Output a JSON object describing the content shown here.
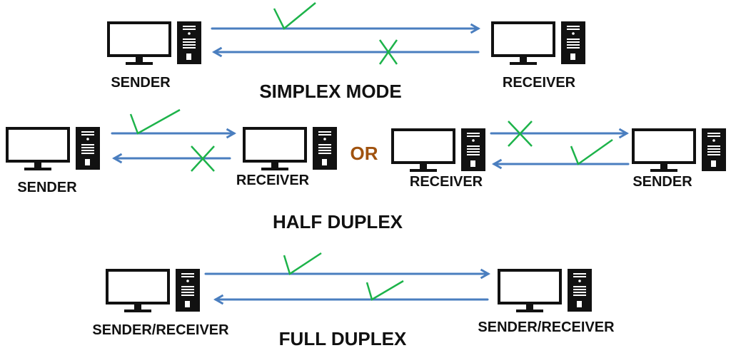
{
  "colors": {
    "arrow": "#4a7ebf",
    "mark": "#1db34a",
    "or": "#a0520e",
    "computer": "#111111"
  },
  "simplex": {
    "title": "SIMPLEX MODE",
    "left_label": "SENDER",
    "right_label": "RECEIVER",
    "forward": "check-icon",
    "backward": "cross-icon"
  },
  "half_duplex": {
    "title": "HALF DUPLEX",
    "or_label": "OR",
    "option1": {
      "left_label": "SENDER",
      "right_label": "RECEIVER",
      "forward": "check-icon",
      "backward": "cross-icon"
    },
    "option2": {
      "left_label": "RECEIVER",
      "right_label": "SENDER",
      "forward": "cross-icon",
      "backward": "check-icon"
    }
  },
  "full_duplex": {
    "title": "FULL DUPLEX",
    "left_label": "SENDER/RECEIVER",
    "right_label": "SENDER/RECEIVER",
    "forward": "check-icon",
    "backward": "check-icon"
  }
}
